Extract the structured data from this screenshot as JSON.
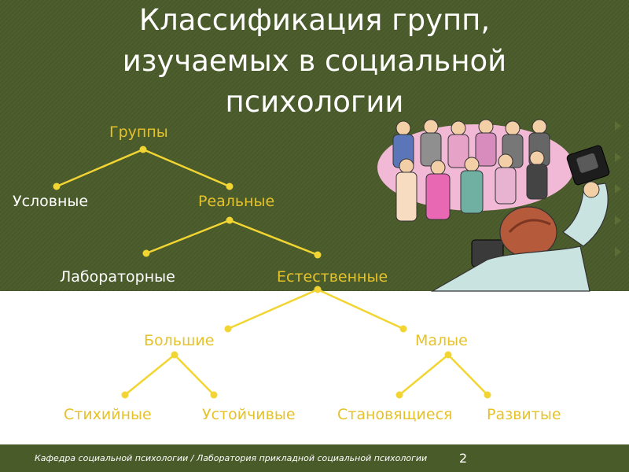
{
  "title": {
    "line1": "Классификация групп,",
    "line2": "изучаемых в социальной",
    "line3": "психологии"
  },
  "nodes": {
    "root": "Группы",
    "conditional": "Условные",
    "real": "Реальные",
    "laboratory": "Лабораторные",
    "natural": "Естественные",
    "large": "Большие",
    "small": "Малые",
    "spontaneous": "Стихийные",
    "stable": "Устойчивые",
    "forming": "Становящиеся",
    "developed": "Развитые"
  },
  "footer": {
    "text": "Кафедра социальной психологии / Лаборатория прикладной социальной психологии",
    "page": "2"
  },
  "colors": {
    "background_dark": "#4a5b2a",
    "background_light": "#ffffff",
    "tree_line": "#f2d532",
    "tree_dot": "#f2d532",
    "text_light": "#ffffff",
    "text_gold": "#e6c229"
  },
  "icons": [
    "photographer-clipart",
    "group-of-people-clipart"
  ]
}
